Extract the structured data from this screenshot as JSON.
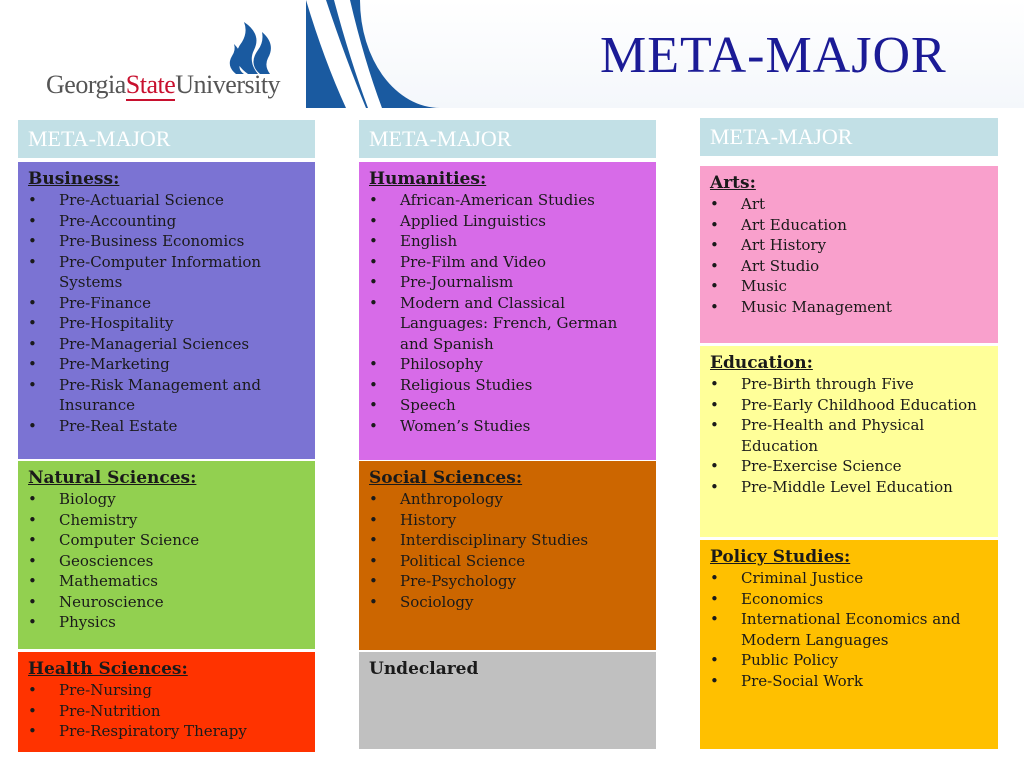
{
  "title": "META-MAJOR",
  "logo": {
    "part1": "Georgia",
    "part2": "State",
    "part3": "University"
  },
  "columns": [
    {
      "header": "META-MAJOR",
      "boxes": [
        {
          "title": "Business:",
          "items": [
            "Pre-Actuarial Science",
            "Pre-Accounting",
            "Pre-Business Economics",
            "Pre-Computer Information Systems",
            "Pre-Finance",
            "Pre-Hospitality",
            "Pre-Managerial Sciences",
            "Pre-Marketing",
            "Pre-Risk Management and Insurance",
            "Pre-Real Estate"
          ]
        },
        {
          "title": "Natural Sciences:",
          "items": [
            "Biology",
            "Chemistry",
            "Computer Science",
            "Geosciences",
            "Mathematics",
            "Neuroscience",
            "Physics"
          ]
        },
        {
          "title": "Health Sciences:",
          "items": [
            "Pre-Nursing",
            "Pre-Nutrition",
            "Pre-Respiratory Therapy"
          ]
        }
      ]
    },
    {
      "header": "META-MAJOR",
      "boxes": [
        {
          "title": "Humanities:",
          "items": [
            "African-American Studies",
            "Applied Linguistics",
            "English",
            "Pre-Film and Video",
            "Pre-Journalism",
            "Modern and Classical Languages: French, German and Spanish",
            "Philosophy",
            "Religious Studies",
            "Speech",
            "Women’s Studies"
          ]
        },
        {
          "title": "Social Sciences:",
          "items": [
            "Anthropology",
            "History",
            "Interdisciplinary Studies",
            "Political Science",
            "Pre-Psychology",
            "Sociology"
          ]
        },
        {
          "title": "Undeclared",
          "items": []
        }
      ]
    },
    {
      "header": "META-MAJOR",
      "boxes": [
        {
          "title": "Arts:",
          "items": [
            "Art",
            "Art Education",
            "Art History",
            "Art Studio",
            "Music",
            "Music Management"
          ]
        },
        {
          "title": "Education:",
          "items": [
            "Pre-Birth through Five",
            "Pre-Early Childhood Education",
            "Pre-Health and Physical Education",
            "Pre-Exercise Science",
            "Pre-Middle Level Education"
          ]
        },
        {
          "title": "Policy Studies:",
          "items": [
            "Criminal Justice",
            "Economics",
            "International Economics and Modern Languages",
            "Public Policy",
            "Pre-Social Work"
          ]
        }
      ]
    }
  ],
  "colors": {
    "business": "#7b73d3",
    "natural_sciences": "#92d050",
    "health_sciences": "#ff3300",
    "humanities": "#d76be8",
    "social_sciences": "#cc6600",
    "undeclared": "#c0c0c0",
    "arts": "#f9a0cc",
    "education": "#ffff99",
    "policy_studies": "#ffc000",
    "header": "#c2e0e6",
    "title": "#1b1b96"
  }
}
